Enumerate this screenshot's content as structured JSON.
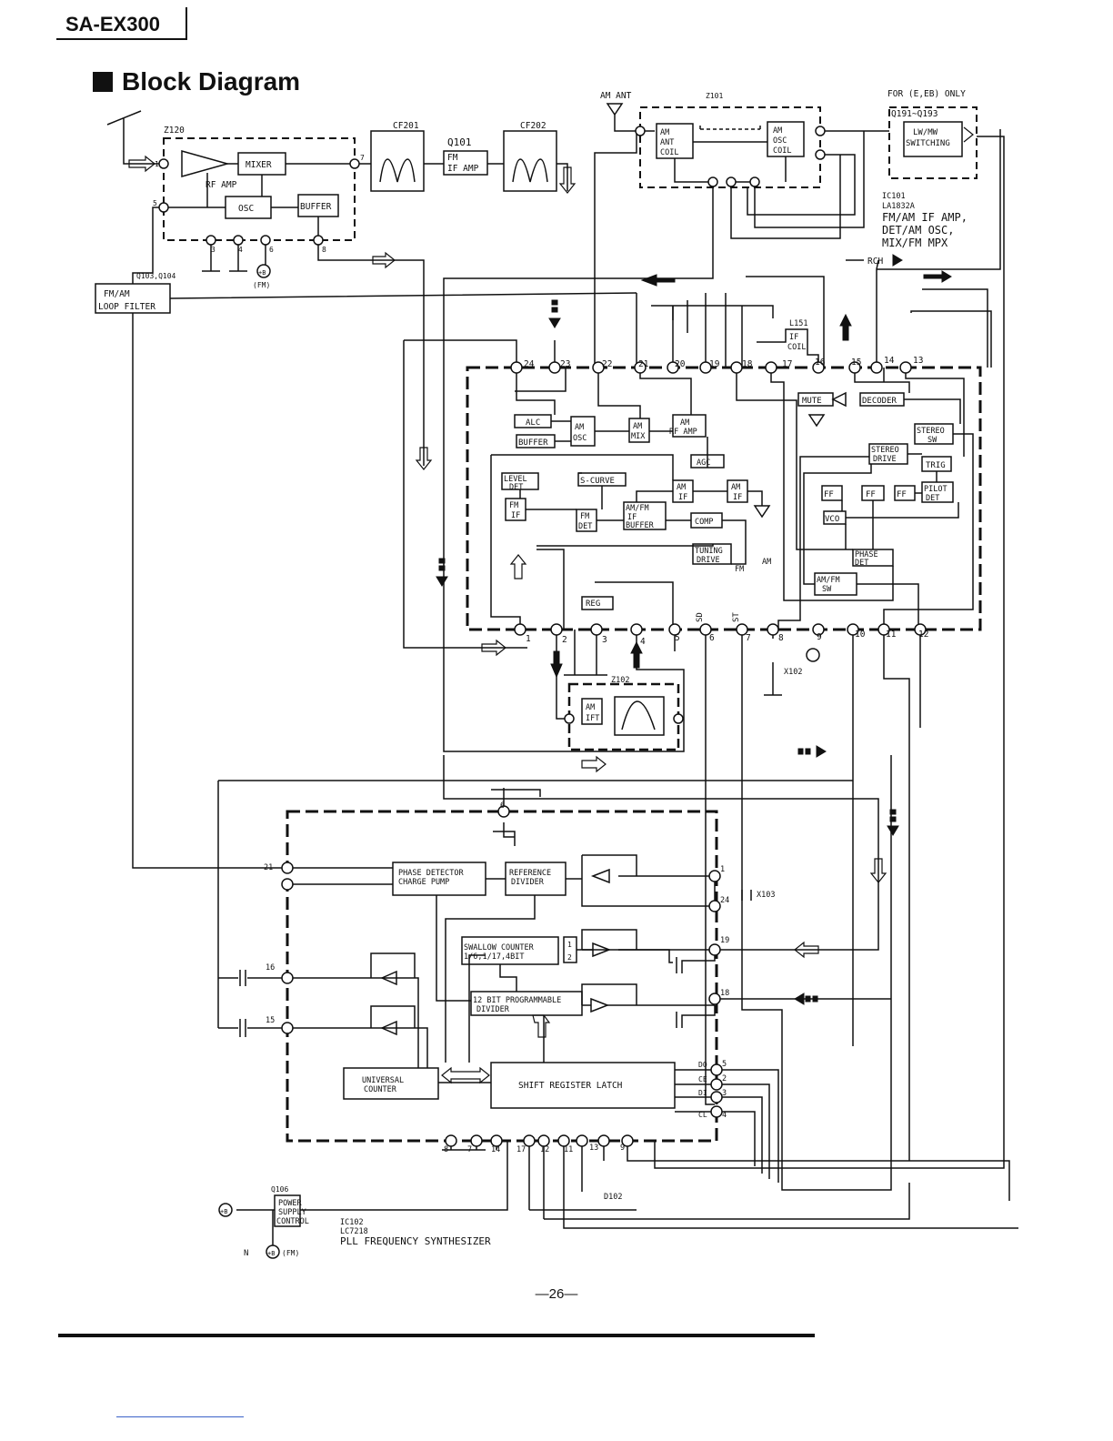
{
  "header": {
    "model": "SA-EX300",
    "title": "Block Diagram"
  },
  "labels": {
    "z120": "Z120",
    "cf201": "CF201",
    "cf202": "CF202",
    "q101": "Q101",
    "fm_if_amp_1": "FM",
    "fm_if_amp_2": "IF AMP",
    "mixer": "MIXER",
    "rf_amp": "RF AMP",
    "osc": "OSC",
    "buffer": "BUFFER",
    "fm_power": "+B",
    "fm_power_note": "(FM)",
    "q103": "Q103,Q104",
    "loop_filter_1": "FM/AM",
    "loop_filter_2": "LOOP FILTER",
    "am_ant": "AM ANT",
    "z101": "Z101",
    "am_ant_coil_1": "AM",
    "am_ant_coil_2": "ANT",
    "am_ant_coil_3": "COIL",
    "am_osc_coil_1": "AM",
    "am_osc_coil_2": "OSC",
    "am_osc_coil_3": "COIL",
    "for_eb": "FOR (E,EB) ONLY",
    "q191": "Q191~Q193",
    "lw_mw_1": "LW/MW",
    "lw_mw_2": "SWITCHING",
    "ic101": "IC101",
    "la1832a": "LA1832A",
    "ic101_desc_1": "FM/AM IF AMP,",
    "ic101_desc_2": "DET/AM OSC,",
    "ic101_desc_3": "MIX/FM MPX",
    "rch": "RCH",
    "l151": "L151",
    "if_coil_1": "IF",
    "if_coil_2": "COIL",
    "mute": "MUTE",
    "decoder": "DECODER",
    "stereo_sw_1": "STEREO",
    "stereo_sw_2": "SW",
    "stereo_drive_1": "STEREO",
    "stereo_drive_2": "DRIVE",
    "trig": "TRIG",
    "pilot_det_1": "PILOT",
    "pilot_det_2": "DET",
    "ff": "FF",
    "vco": "VCO",
    "phase_det_1": "PHASE",
    "phase_det_2": "DET",
    "am_fm_sw_1": "AM/FM",
    "am_fm_sw_2": "SW",
    "alc": "ALC",
    "am_osc_1": "AM",
    "am_osc_2": "OSC",
    "am_mix_1": "AM",
    "am_mix_2": "MIX",
    "am_rf_amp_1": "AM",
    "am_rf_amp_2": "RF AMP",
    "agc": "AGC",
    "level_det_1": "LEVEL",
    "level_det_2": "DET",
    "s_curve": "S-CURVE",
    "am_if_1": "AM",
    "am_if_2": "IF",
    "fm_if_1": "FM",
    "fm_if_2": "IF",
    "fm_det_1": "FM",
    "fm_det_2": "DET",
    "am_fm_if_1": "AM/FM",
    "am_fm_if_2": "IF",
    "am_fm_if_3": "BUFFER",
    "comp": "COMP",
    "tuning_drive_1": "TUNING",
    "tuning_drive_2": "DRIVE",
    "fm": "FM",
    "am": "AM",
    "reg": "REG",
    "sd": "SD",
    "st": "ST",
    "x102": "X102",
    "z102": "Z102",
    "am_ift_1": "AM",
    "am_ift_2": "IFT",
    "pd_1": "PHASE DETECTOR",
    "pd_2": "CHARGE PUMP",
    "ref_div_1": "REFERENCE",
    "ref_div_2": "DIVIDER",
    "x103": "X103",
    "swallow_1": "SWALLOW COUNTER",
    "swallow_2": "1/6,1/17,4BIT",
    "prog_div_1": "12 BIT PROGRAMMABLE",
    "prog_div_2": "DIVIDER",
    "universal_1": "UNIVERSAL",
    "universal_2": "COUNTER",
    "shift_reg": "SHIFT REGISTER LATCH",
    "do": "DO",
    "ce": "CE",
    "di": "DI",
    "cl": "CL",
    "d102": "D102",
    "q106": "Q106",
    "power_1": "POWER",
    "power_2": "SUPPLY",
    "power_3": "CONTROL",
    "n": "N",
    "ic102": "IC102",
    "lc7218": "LC7218",
    "pll": "PLL FREQUENCY SYNTHESIZER"
  },
  "pins": {
    "z120": [
      "1",
      "5",
      "7",
      "3",
      "4",
      "6",
      "8"
    ],
    "ic101_top": [
      "24",
      "23",
      "22",
      "21",
      "20",
      "19",
      "18",
      "17",
      "16",
      "15",
      "14",
      "13"
    ],
    "ic101_bottom": [
      "1",
      "2",
      "3",
      "4",
      "5",
      "6",
      "7",
      "8",
      "9",
      "10",
      "11",
      "12"
    ],
    "ic102_left": [
      "21",
      "16",
      "15"
    ],
    "ic102_right": [
      "1",
      "24",
      "19",
      "18",
      "5",
      "2",
      "3",
      "4"
    ],
    "ic102_bottom": [
      "8",
      "7",
      "14",
      "17",
      "12",
      "11",
      "13",
      "9"
    ],
    "ic102_top": "6",
    "shift_small": [
      "1",
      "2"
    ]
  },
  "footer": {
    "page": "—26—"
  }
}
